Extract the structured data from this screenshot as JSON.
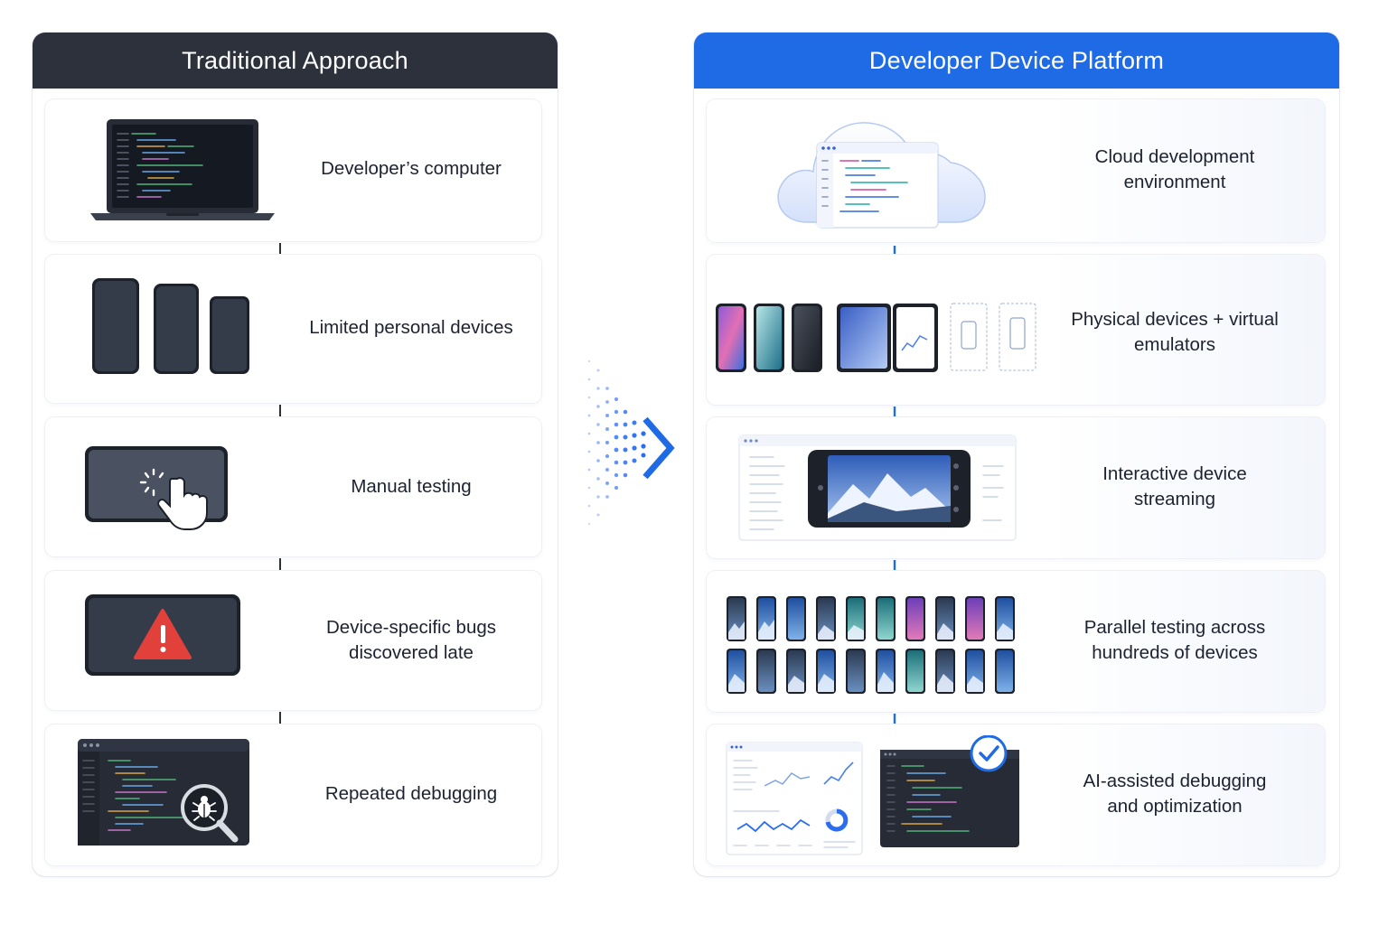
{
  "traditional": {
    "title": "Traditional Approach",
    "steps": [
      {
        "label": "Developer’s computer",
        "icon": "laptop-icon"
      },
      {
        "label": "Limited personal devices",
        "icon": "phones-icon"
      },
      {
        "label": "Manual testing",
        "icon": "manual-testing-icon"
      },
      {
        "label": "Device-specific bugs discovered late",
        "icon": "warning-icon"
      },
      {
        "label": "Repeated debugging",
        "icon": "debug-search-icon"
      }
    ]
  },
  "platform": {
    "title": "Developer Device Platform",
    "steps": [
      {
        "label": "Cloud development environment",
        "icon": "cloud-ide-icon"
      },
      {
        "label": "Physical devices + virtual emulators",
        "icon": "devices-emulators-icon"
      },
      {
        "label": "Interactive device streaming",
        "icon": "device-streaming-icon"
      },
      {
        "label": "Parallel testing across hundreds of devices",
        "icon": "device-grid-icon"
      },
      {
        "label": "AI-assisted debugging and optimization",
        "icon": "ai-debug-icon"
      }
    ]
  },
  "colors": {
    "traditional_header": "#2c313c",
    "platform_header": "#1f6be6",
    "accent": "#2a6df0",
    "warning": "#e2403a"
  }
}
